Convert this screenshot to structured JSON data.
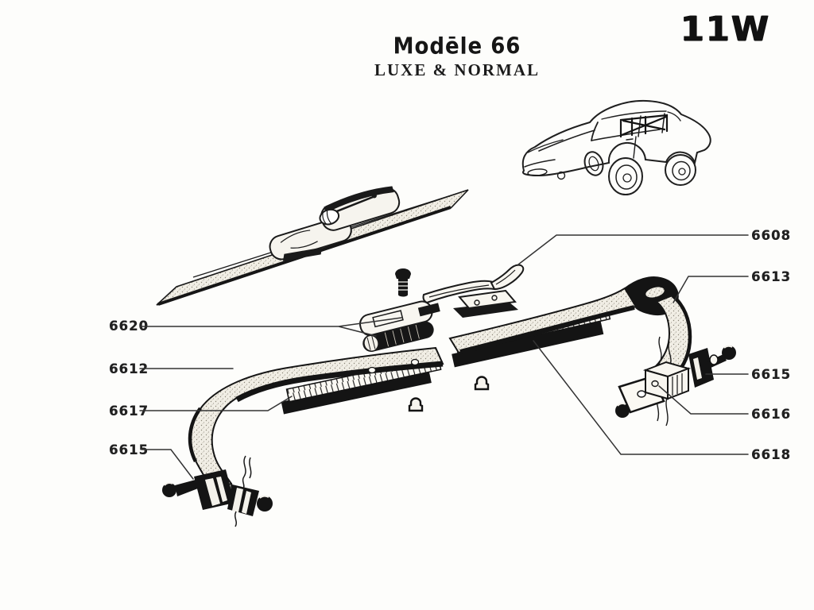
{
  "page": {
    "code": "11W",
    "title": "Modēle 66",
    "subtitle": "LUXE & NORMAL"
  },
  "colors": {
    "ink": "#1a1a1a",
    "paper": "#fdfdfb"
  },
  "part_labels": {
    "l6620": "6620",
    "l6612": "6612",
    "l6617": "6617",
    "l6615": "6615",
    "r6608": "6608",
    "r6613": "6613",
    "r6615": "6615",
    "r6616": "6616",
    "r6618": "6618"
  }
}
